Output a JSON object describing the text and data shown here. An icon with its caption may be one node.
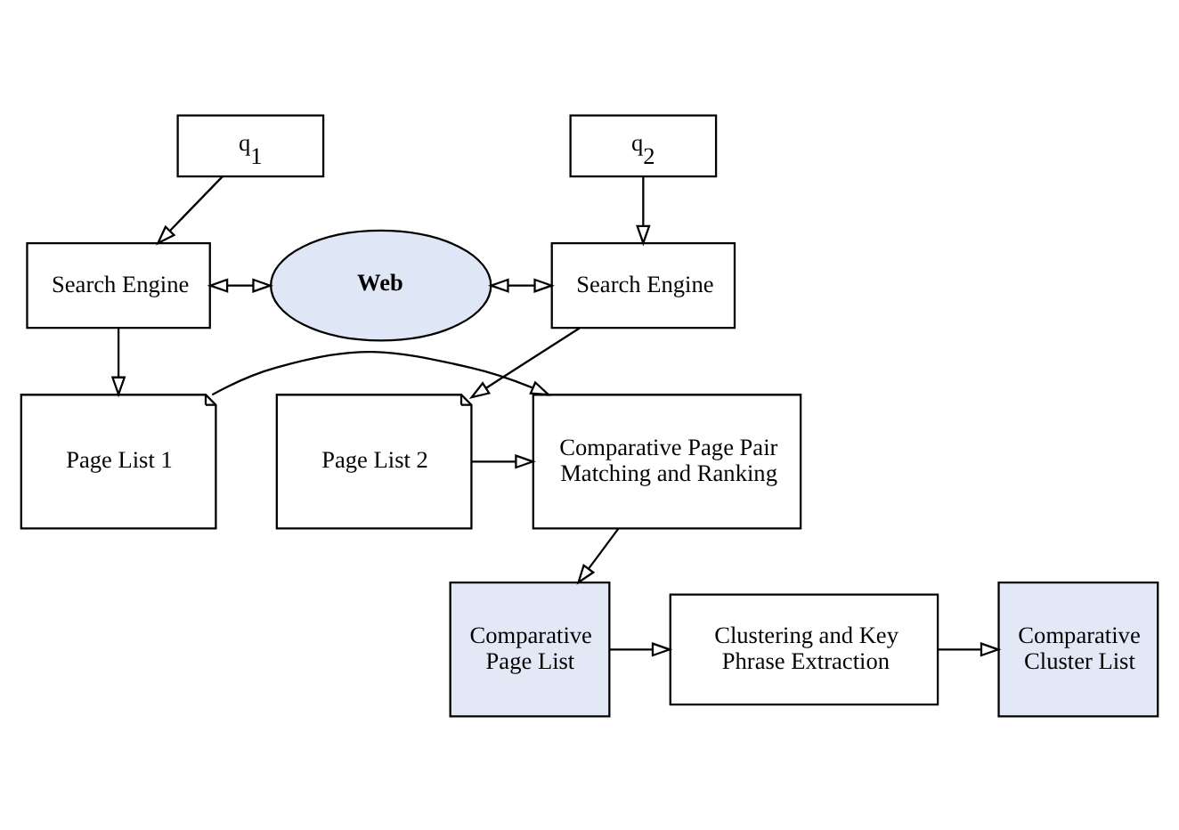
{
  "diagram": {
    "nodes": [
      {
        "text": [
          "q$_{1}$"
        ]
      },
      {
        "text": [
          "Search Engine"
        ]
      },
      {
        "text": [
          "Web"
        ]
      },
      {
        "text": [
          "q$_{2}$"
        ]
      },
      {
        "text": [
          "Search Engine"
        ]
      },
      {
        "text": [
          "Page List 1"
        ]
      },
      {
        "text": [
          "Comparative Page Pair Matching and Ranking"
        ]
      },
      {
        "text": [
          "Page List 2"
        ]
      },
      {
        "text": [
          "Comparative Page List"
        ]
      },
      {
        "text": [
          "Clustering and Key Phrase Extraction"
        ]
      },
      {
        "text": [
          "Comparative Cluster List"
        ]
      }
    ],
    "edges": [
      {
        "from": 0,
        "to": 1,
        "arrow": "to"
      },
      {
        "from": 1,
        "to": 2,
        "arrow": "both"
      },
      {
        "from": 2,
        "to": 4,
        "arrow": "both"
      },
      {
        "from": 3,
        "to": 4,
        "arrow": "to"
      },
      {
        "from": 1,
        "to": 5,
        "arrow": "to"
      },
      {
        "from": 4,
        "to": 7,
        "arrow": "to"
      },
      {
        "from": 5,
        "to": 6,
        "arrow": "to"
      },
      {
        "from": 7,
        "to": 6,
        "arrow": "to"
      },
      {
        "from": 6,
        "to": 8,
        "arrow": "to"
      },
      {
        "from": 8,
        "to": 9,
        "arrow": "to"
      },
      {
        "from": 9,
        "to": 10,
        "arrow": "to"
      }
    ]
  }
}
